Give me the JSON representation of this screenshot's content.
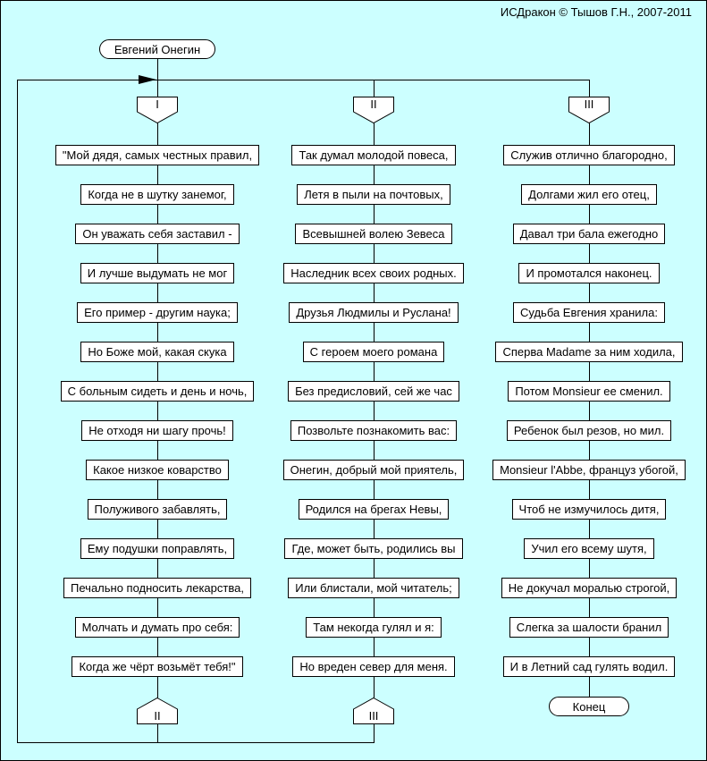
{
  "credit": "ИСДракон © Тышов Г.Н., 2007-2011",
  "start_label": "Евгений Онегин",
  "end_label": "Конец",
  "colors": {
    "background": "#ccffff",
    "node_fill": "#ffffff",
    "line": "#000000"
  },
  "branches": [
    {
      "header": "I",
      "address": "II",
      "statements": [
        "\"Мой дядя, самых честных правил,",
        "Когда не в шутку занемог,",
        "Он уважать себя заставил -",
        "И лучше выдумать не мог",
        "Его пример - другим наука;",
        "Но Боже мой, какая скука",
        "С больным сидеть и день и ночь,",
        "Не отходя ни шагу прочь!",
        "Какое низкое коварство",
        "Полуживого забавлять,",
        "Ему подушки поправлять,",
        "Печально подносить лекарства,",
        "Молчать и думать про себя:",
        "Когда же чёрт возьмёт тебя!\""
      ]
    },
    {
      "header": "II",
      "address": "III",
      "statements": [
        "Так думал молодой повеса,",
        "Летя в пыли на почтовых,",
        "Всевышней волею Зевеса",
        "Наследник всех своих родных.",
        "Друзья Людмилы и Руслана!",
        "С героем моего романа",
        "Без предисловий, сей же час",
        "Позвольте познакомить вас:",
        "Онегин, добрый мой приятель,",
        "Родился на брегах Невы,",
        "Где, может быть, родились вы",
        "Или блистали, мой читатель;",
        "Там некогда гулял и я:",
        "Но вреден север для меня."
      ]
    },
    {
      "header": "III",
      "address": null,
      "statements": [
        "Служив отлично благородно,",
        "Долгами жил его отец,",
        "Давал три бала ежегодно",
        "И промотался наконец.",
        "Судьба Евгения хранила:",
        "Сперва Madame за ним ходила,",
        "Потом Monsieur ее сменил.",
        "Ребенок был резов, но мил.",
        "Monsieur l'Abbe, француз убогой,",
        "Чтоб не измучилось дитя,",
        "Учил его всему шутя,",
        "Не докучал моралью строгой,",
        "Слегка за шалости бранил",
        "И в Летний сад гулять водил."
      ]
    }
  ]
}
